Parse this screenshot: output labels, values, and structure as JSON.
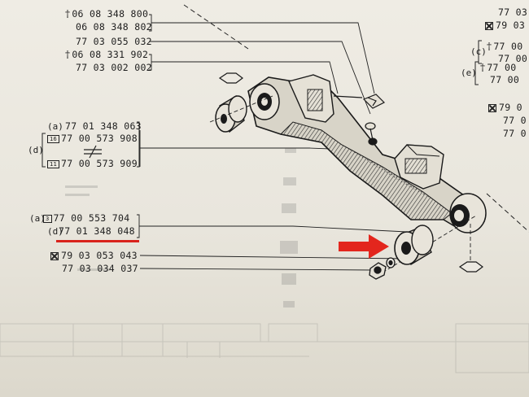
{
  "parts": {
    "p1": "06 08 348 800",
    "p2": "06 08 348 802",
    "p3": "77 03 055 032",
    "p4": "06 08 331 902",
    "p5": "77 03 002 002",
    "ga_label": "(a)",
    "ga_a": "77 01 348 063",
    "gd_label": "(d)",
    "gd_box1": "16",
    "gd_b": "77 00 573 908",
    "gd_box2": "11",
    "gd_c": "77 00 573 909",
    "gb_a_label": "(a)",
    "gb_box": "3",
    "gb_a": "77 00 553 704",
    "gb_d_label": "(d)",
    "gb_d": "77 01 348 048",
    "p6": "79 03 053 043",
    "p7": "77 03 034 037"
  },
  "right_column": {
    "r1": "77 03",
    "r2": "79 03",
    "r3_label": "(c)",
    "r3": "77 00",
    "r4": "77 00",
    "r5_label": "(e)",
    "r5": "77 00",
    "r6": "77 00",
    "r7": "79 0",
    "r8": "77 0",
    "r9": "77 0"
  },
  "colors": {
    "accent_arrow": "#e3261d",
    "ink": "#1e1e1e",
    "paper": "#ece9e1"
  }
}
